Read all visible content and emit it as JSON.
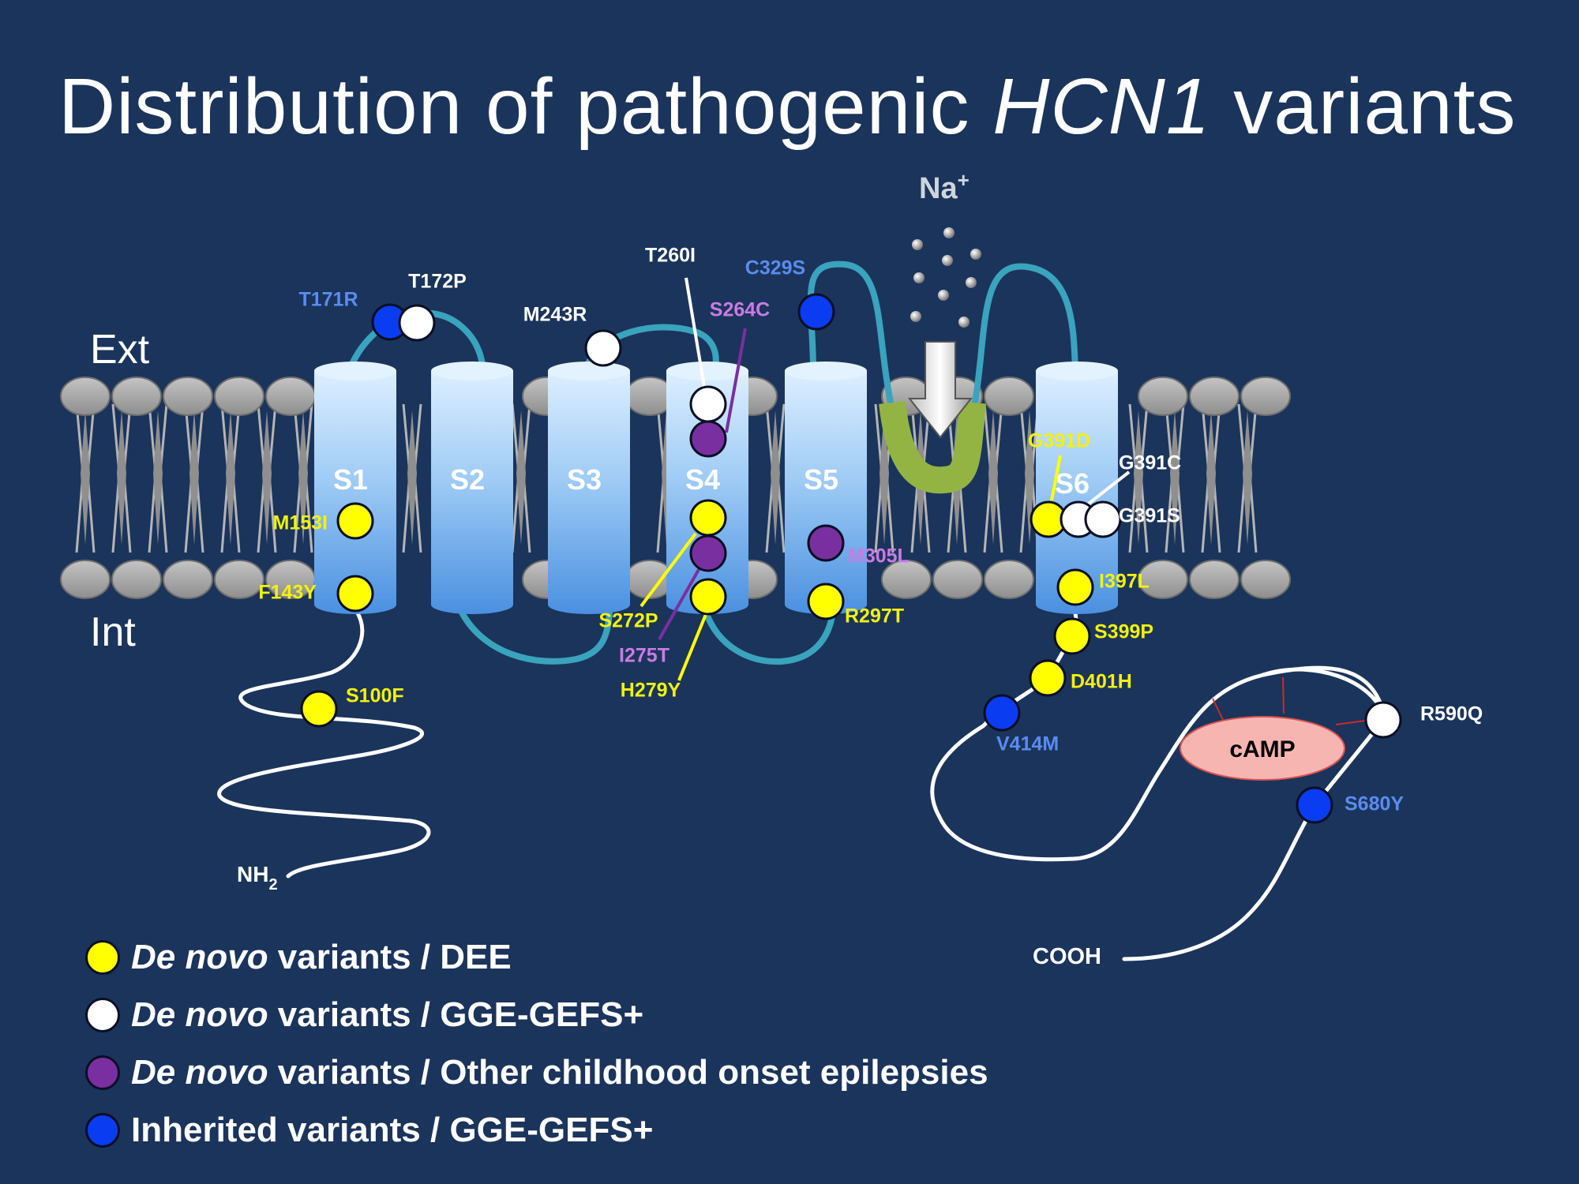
{
  "title": {
    "main": "Distribution of pathogenic ",
    "gene": "HCN1",
    "suffix": " variants"
  },
  "labels": {
    "ext": "Ext",
    "int": "Int",
    "sodium": "Na",
    "sodium_charge": "+",
    "nh2": "NH",
    "nh2_sub": "2",
    "cooh": "COOH",
    "camp": "cAMP"
  },
  "segments": [
    "S1",
    "S2",
    "S3",
    "S4",
    "S5",
    "S6"
  ],
  "variants": [
    {
      "id": "T171R",
      "category": "inherited"
    },
    {
      "id": "T172P",
      "category": "gge"
    },
    {
      "id": "M243R",
      "category": "gge"
    },
    {
      "id": "T260I",
      "category": "gge"
    },
    {
      "id": "S264C",
      "category": "other"
    },
    {
      "id": "C329S",
      "category": "inherited"
    },
    {
      "id": "M153I",
      "category": "dee"
    },
    {
      "id": "F143Y",
      "category": "dee"
    },
    {
      "id": "S100F",
      "category": "dee"
    },
    {
      "id": "S272P",
      "category": "dee"
    },
    {
      "id": "I275T",
      "category": "other"
    },
    {
      "id": "H279Y",
      "category": "dee"
    },
    {
      "id": "M305L",
      "category": "other"
    },
    {
      "id": "R297T",
      "category": "dee"
    },
    {
      "id": "G391D",
      "category": "dee"
    },
    {
      "id": "G391C",
      "category": "gge"
    },
    {
      "id": "G391S",
      "category": "gge"
    },
    {
      "id": "I397L",
      "category": "dee"
    },
    {
      "id": "S399P",
      "category": "dee"
    },
    {
      "id": "D401H",
      "category": "dee"
    },
    {
      "id": "V414M",
      "category": "inherited"
    },
    {
      "id": "R590Q",
      "category": "gge"
    },
    {
      "id": "S680Y",
      "category": "inherited"
    }
  ],
  "legend": [
    {
      "key": "dee",
      "italic": "De novo",
      "text": " variants / DEE"
    },
    {
      "key": "gge",
      "italic": "De novo",
      "text": " variants / GGE-GEFS+"
    },
    {
      "key": "other",
      "italic": "De novo",
      "text": " variants / Other childhood onset epilepsies"
    },
    {
      "key": "inherited",
      "italic": "",
      "text": "Inherited variants / GGE-GEFS+"
    }
  ],
  "colors": {
    "background": "#1b345b",
    "dee": "#ffff00",
    "gge": "#ffffff",
    "other": "#7a2fa0",
    "inherited": "#0a3cf2",
    "label_dee": "#f2f20a",
    "label_gge": "#ffffff",
    "label_other": "#c97be6",
    "label_inherited": "#5a8cf0",
    "helix": "#5aa6ec",
    "loop": "#3aa3bd",
    "lipid": "#9a9a9a",
    "filter": "#93b443",
    "camp": "#f4a6a6"
  }
}
